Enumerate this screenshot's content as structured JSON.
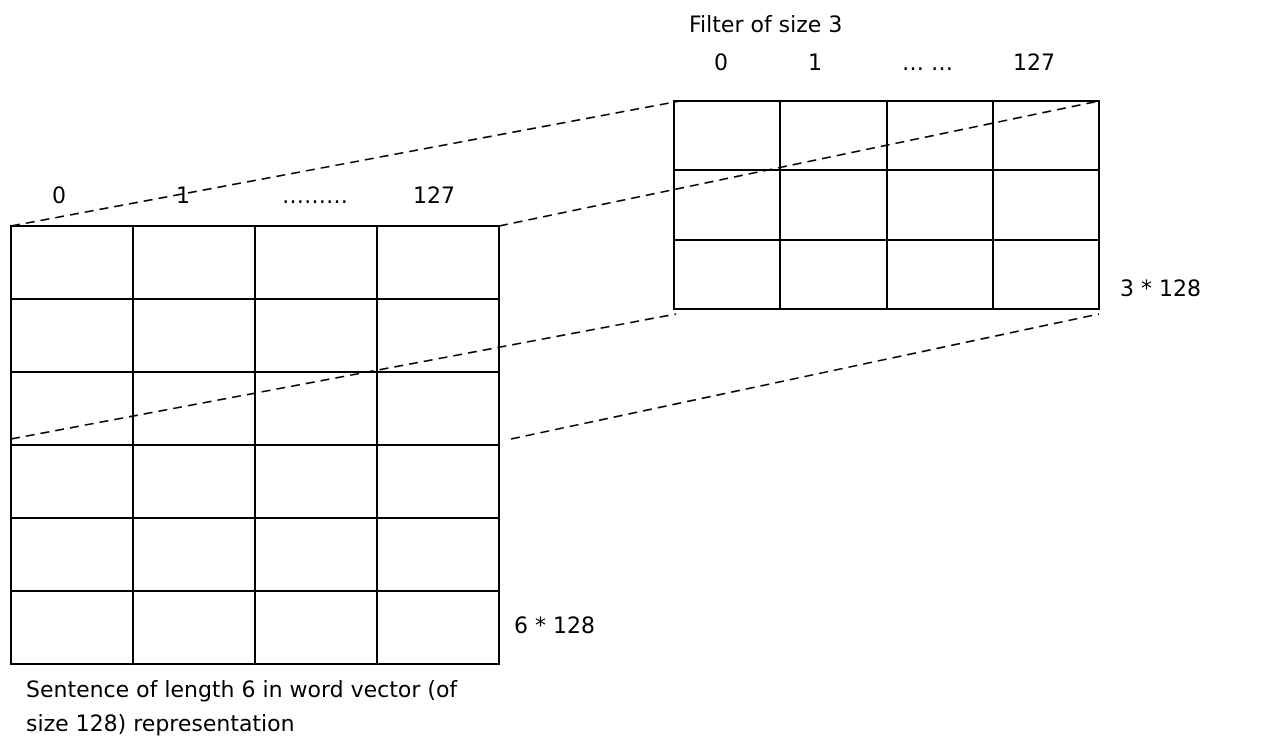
{
  "filter": {
    "title": "Filter of size 3",
    "columns": [
      "0",
      "1",
      "… …",
      "127"
    ],
    "rows": 3,
    "size_label": "3 * 128"
  },
  "sentence": {
    "columns": [
      "0",
      "1",
      "………",
      "127"
    ],
    "rows": 6,
    "size_label": "6 * 128",
    "caption_line1": "Sentence of length 6 in word vector (of",
    "caption_line2": "size 128) representation"
  },
  "colors": {
    "lines": "#000000",
    "background": "#ffffff"
  }
}
